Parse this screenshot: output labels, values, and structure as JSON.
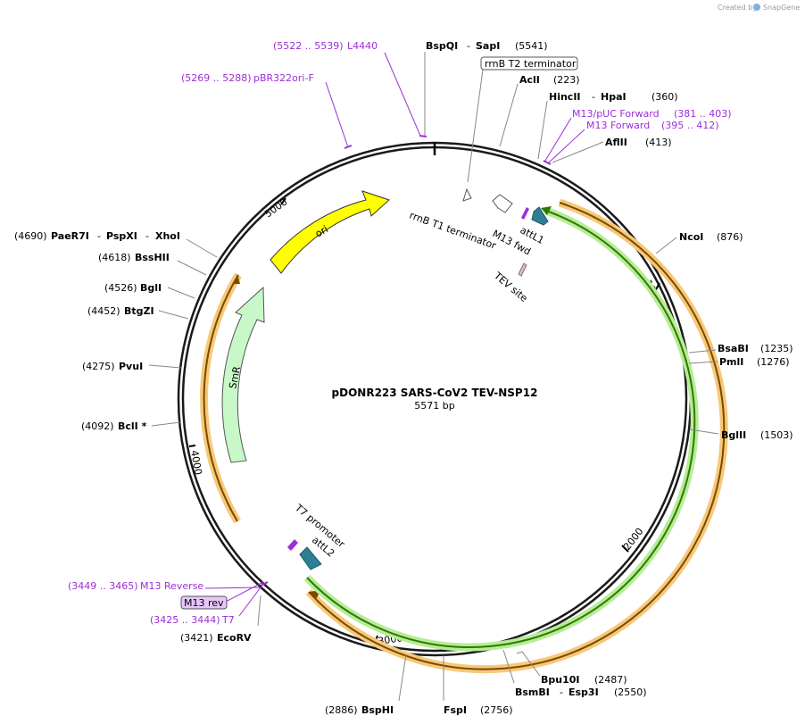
{
  "credit": {
    "prefix": "Created by",
    "brand": "SnapGene"
  },
  "plasmid": {
    "name": "pDONR223 SARS-CoV2 TEV-NSP12",
    "length_label": "5571 bp"
  },
  "ticks": [
    "1000",
    "2000",
    "3000",
    "4000",
    "5000"
  ],
  "features": [
    {
      "label": "ori"
    },
    {
      "label": "SmR"
    },
    {
      "label": "rrnB T1 terminator"
    },
    {
      "label": "rrnB T2 terminator"
    },
    {
      "label": "attL1"
    },
    {
      "label": "M13 fwd"
    },
    {
      "label": "TEV site"
    },
    {
      "label": "T7 promoter"
    },
    {
      "label": "attL2"
    },
    {
      "label": "M13 rev"
    }
  ],
  "sites": [
    {
      "name": "BspQI",
      "sep": "-",
      "name2": "SapI",
      "pos": "(5541)"
    },
    {
      "name": "AclI",
      "pos": "(223)"
    },
    {
      "name": "HincII",
      "sep": "-",
      "name2": "HpaI",
      "pos": "(360)"
    },
    {
      "name": "AflII",
      "pos": "(413)"
    },
    {
      "name": "NcoI",
      "pos": "(876)"
    },
    {
      "name": "BsaBI",
      "pos": "(1235)"
    },
    {
      "name": "PmlI",
      "pos": "(1276)"
    },
    {
      "name": "BglII",
      "pos": "(1503)"
    },
    {
      "name": "Bpu10I",
      "pos": "(2487)"
    },
    {
      "name": "BsmBI",
      "sep": "-",
      "name2": "Esp3I",
      "pos": "(2550)"
    },
    {
      "name": "FspI",
      "pos": "(2756)"
    },
    {
      "name": "BspHI",
      "pos": "(2886)"
    },
    {
      "name": "EcoRV",
      "pos": "(3421)"
    },
    {
      "name": "BclI *",
      "pos": "(4092)"
    },
    {
      "name": "PvuI",
      "pos": "(4275)"
    },
    {
      "name": "BtgZI",
      "pos": "(4452)"
    },
    {
      "name": "BglI",
      "pos": "(4526)"
    },
    {
      "name": "BssHII",
      "pos": "(4618)"
    },
    {
      "name": "PaeR7I",
      "sep": "-",
      "name2": "PspXI",
      "sep2": "-",
      "name3": "XhoI",
      "pos": "(4690)"
    }
  ],
  "primers": [
    {
      "name": "L4440",
      "range": "(5522 .. 5539)"
    },
    {
      "name": "pBR322ori-F",
      "range": "(5269 .. 5288)"
    },
    {
      "name": "M13/pUC Forward",
      "range": "(381 .. 403)"
    },
    {
      "name": "M13 Forward",
      "range": "(395 .. 412)"
    },
    {
      "name": "M13 Reverse",
      "range": "(3449 .. 3465)"
    },
    {
      "name": "T7",
      "range": "(3425 .. 3444)"
    }
  ],
  "colors": {
    "backbone": "#1a1a1a",
    "ori": "#ffff00",
    "smr": "#c8f7c8",
    "orf": "#2e7a00",
    "orf_highlight": "#b8ec98",
    "orf2": "#7a4a00",
    "orf2_highlight": "#f7c878",
    "att": "#2e7f96",
    "primer": "#9a2fd6",
    "primer_fill": "#e6c6fa",
    "tev": "#e6b8c8"
  }
}
